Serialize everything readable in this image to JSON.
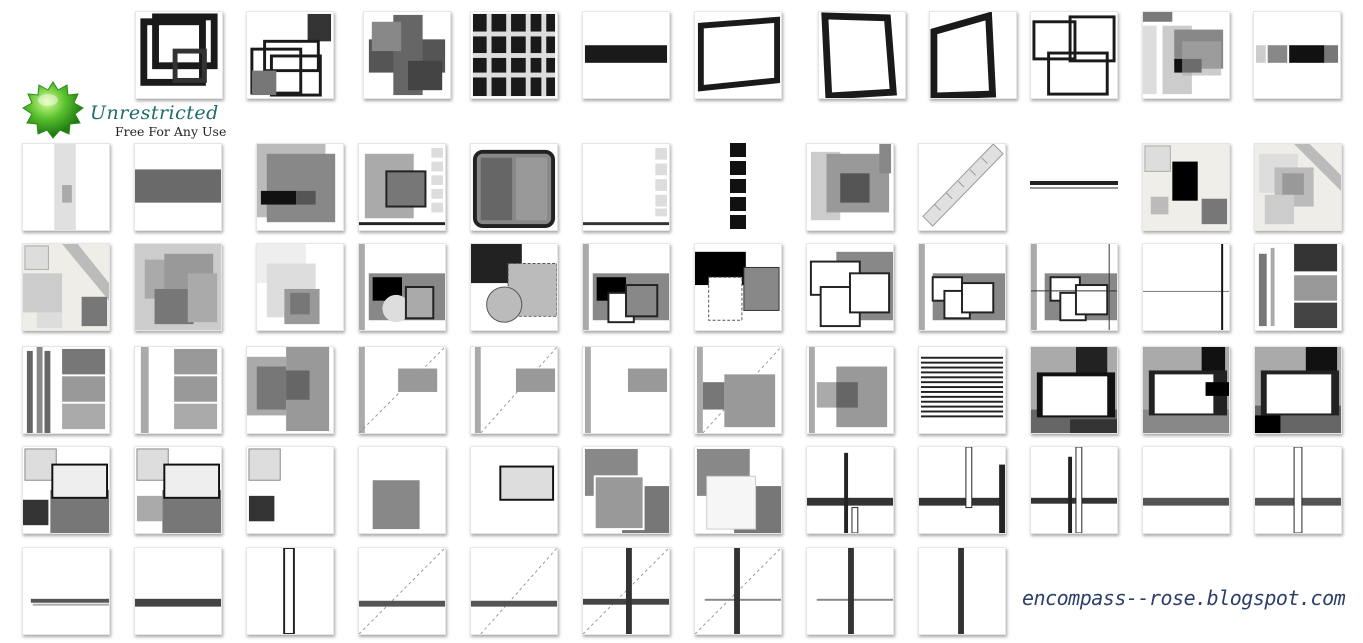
{
  "badge": {
    "headline": "Unrestricted",
    "subline": "Free For Any Use",
    "accent": "#3aa62a"
  },
  "watermark": {
    "url": "encompass--rose.blogspot.com"
  },
  "colors": {
    "dark": "#1a1a1a",
    "mid": "#7a7a7a",
    "light": "#cfcfcf",
    "text": "#2c3e6a"
  }
}
